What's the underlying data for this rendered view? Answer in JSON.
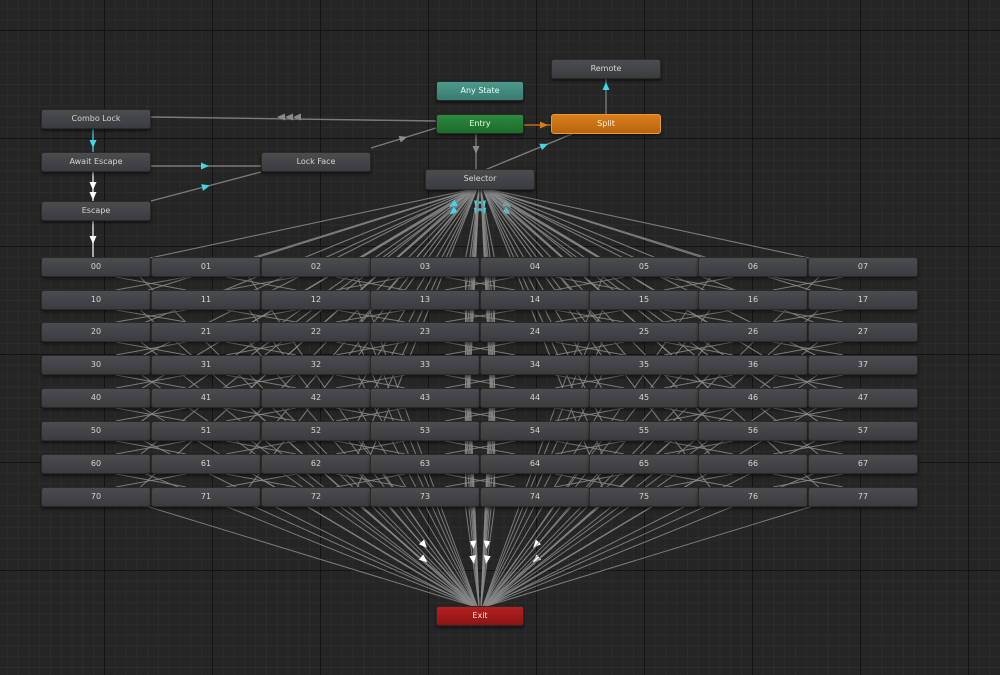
{
  "graph": {
    "top_states": {
      "any_state": "Any State",
      "entry": "Entry",
      "split": "Split",
      "remote": "Remote",
      "selector": "Selector",
      "combo_lock": "Combo Lock",
      "await_escape": "Await Escape",
      "lock_face": "Lock Face",
      "escape": "Escape",
      "exit": "Exit"
    },
    "grid_rows": [
      [
        "00",
        "01",
        "02",
        "03",
        "04",
        "05",
        "06",
        "07"
      ],
      [
        "10",
        "11",
        "12",
        "13",
        "14",
        "15",
        "16",
        "17"
      ],
      [
        "20",
        "21",
        "22",
        "23",
        "24",
        "25",
        "26",
        "27"
      ],
      [
        "30",
        "31",
        "32",
        "33",
        "34",
        "35",
        "36",
        "37"
      ],
      [
        "40",
        "41",
        "42",
        "43",
        "44",
        "45",
        "46",
        "47"
      ],
      [
        "50",
        "51",
        "52",
        "53",
        "54",
        "55",
        "56",
        "57"
      ],
      [
        "60",
        "61",
        "62",
        "63",
        "64",
        "65",
        "66",
        "67"
      ],
      [
        "70",
        "71",
        "72",
        "73",
        "74",
        "75",
        "76",
        "77"
      ]
    ]
  },
  "colors": {
    "entry": "#1f7a30",
    "any_state": "#418a7e",
    "exit": "#a01a1a",
    "default_state": "#c8701a",
    "transition": "#8a8a8a",
    "arrow_cyan": "#3fd8e8",
    "arrow_white": "#ffffff",
    "arrow_orange": "#d77c1e"
  }
}
